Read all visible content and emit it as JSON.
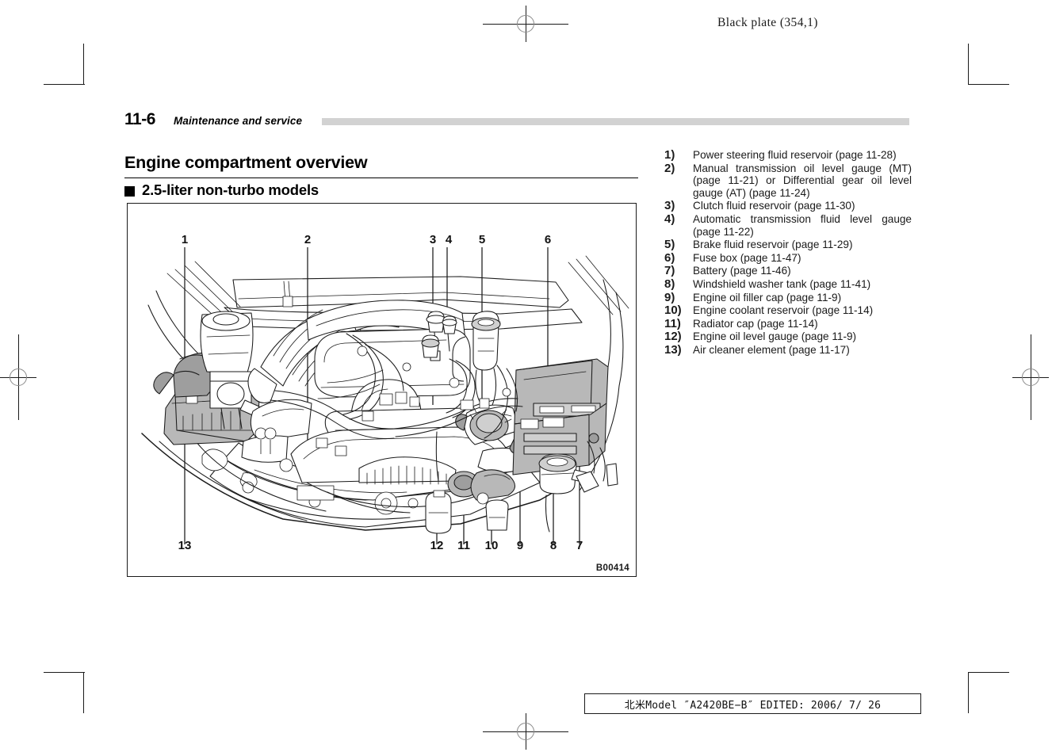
{
  "plate_slug": "Black plate (354,1)",
  "running_head": {
    "folio": "11-6",
    "chapter": "Maintenance and service"
  },
  "headings": {
    "section_title": "Engine compartment overview",
    "sub_title": "2.5-liter non-turbo models"
  },
  "figure": {
    "code": "B00414",
    "callouts_top": [
      "1",
      "2",
      "3",
      "4",
      "5",
      "6"
    ],
    "callouts_bottom": [
      "13",
      "12",
      "11",
      "10",
      "9",
      "8",
      "7"
    ]
  },
  "legend": [
    {
      "num": "1)",
      "text": "Power steering fluid reservoir (page 11-28)"
    },
    {
      "num": "2)",
      "text": "Manual transmission oil level gauge (MT) (page 11-21) or Differential gear oil level gauge (AT) (page 11-24)"
    },
    {
      "num": "3)",
      "text": "Clutch fluid reservoir (page 11-30)"
    },
    {
      "num": "4)",
      "text": "Automatic transmission fluid level gauge (page 11-22)"
    },
    {
      "num": "5)",
      "text": "Brake fluid reservoir (page 11-29)"
    },
    {
      "num": "6)",
      "text": "Fuse box (page 11-47)"
    },
    {
      "num": "7)",
      "text": "Battery (page 11-46)"
    },
    {
      "num": "8)",
      "text": "Windshield washer tank (page 11-41)"
    },
    {
      "num": "9)",
      "text": "Engine oil filler cap (page 11-9)"
    },
    {
      "num": "10)",
      "text": "Engine coolant reservoir (page 11-14)"
    },
    {
      "num": "11)",
      "text": "Radiator cap (page 11-14)"
    },
    {
      "num": "12)",
      "text": "Engine oil level gauge (page 11-9)"
    },
    {
      "num": "13)",
      "text": "Air cleaner element (page 11-17)"
    }
  ],
  "footer_slug": "北米Model ″A2420BE−B″  EDITED:  2006/ 7/ 26",
  "colors": {
    "rule_gray": "#d2d2d2",
    "ink": "#1b1b1b",
    "shade_light": "#c9c9c9",
    "shade_mid": "#b4b4b4",
    "shade_dark": "#9a9a9a"
  }
}
